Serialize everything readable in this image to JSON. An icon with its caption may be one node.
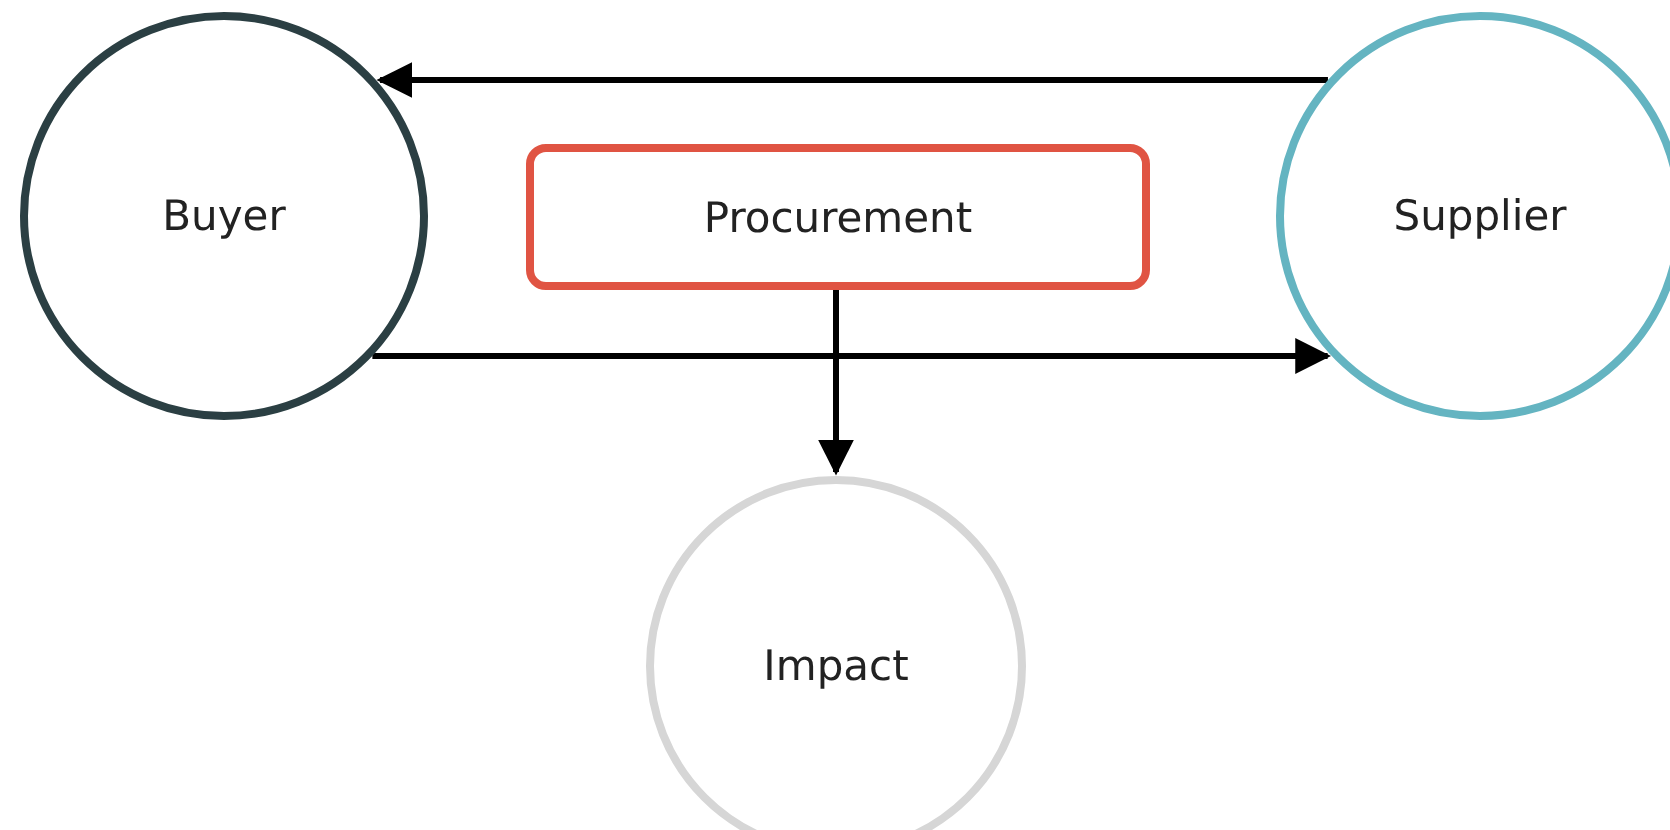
{
  "diagram": {
    "nodes": [
      {
        "text": [
          "Buyer"
        ]
      },
      {
        "text": [
          "Procurement"
        ]
      },
      {
        "text": [
          "Supplier"
        ]
      },
      {
        "text": [
          "Impact"
        ]
      }
    ],
    "edges": [
      {
        "from": 2,
        "to": 0,
        "arrow": "to"
      },
      {
        "from": 0,
        "to": 2,
        "arrow": "to"
      },
      {
        "from": 1,
        "to": 3,
        "arrow": "to"
      }
    ]
  }
}
